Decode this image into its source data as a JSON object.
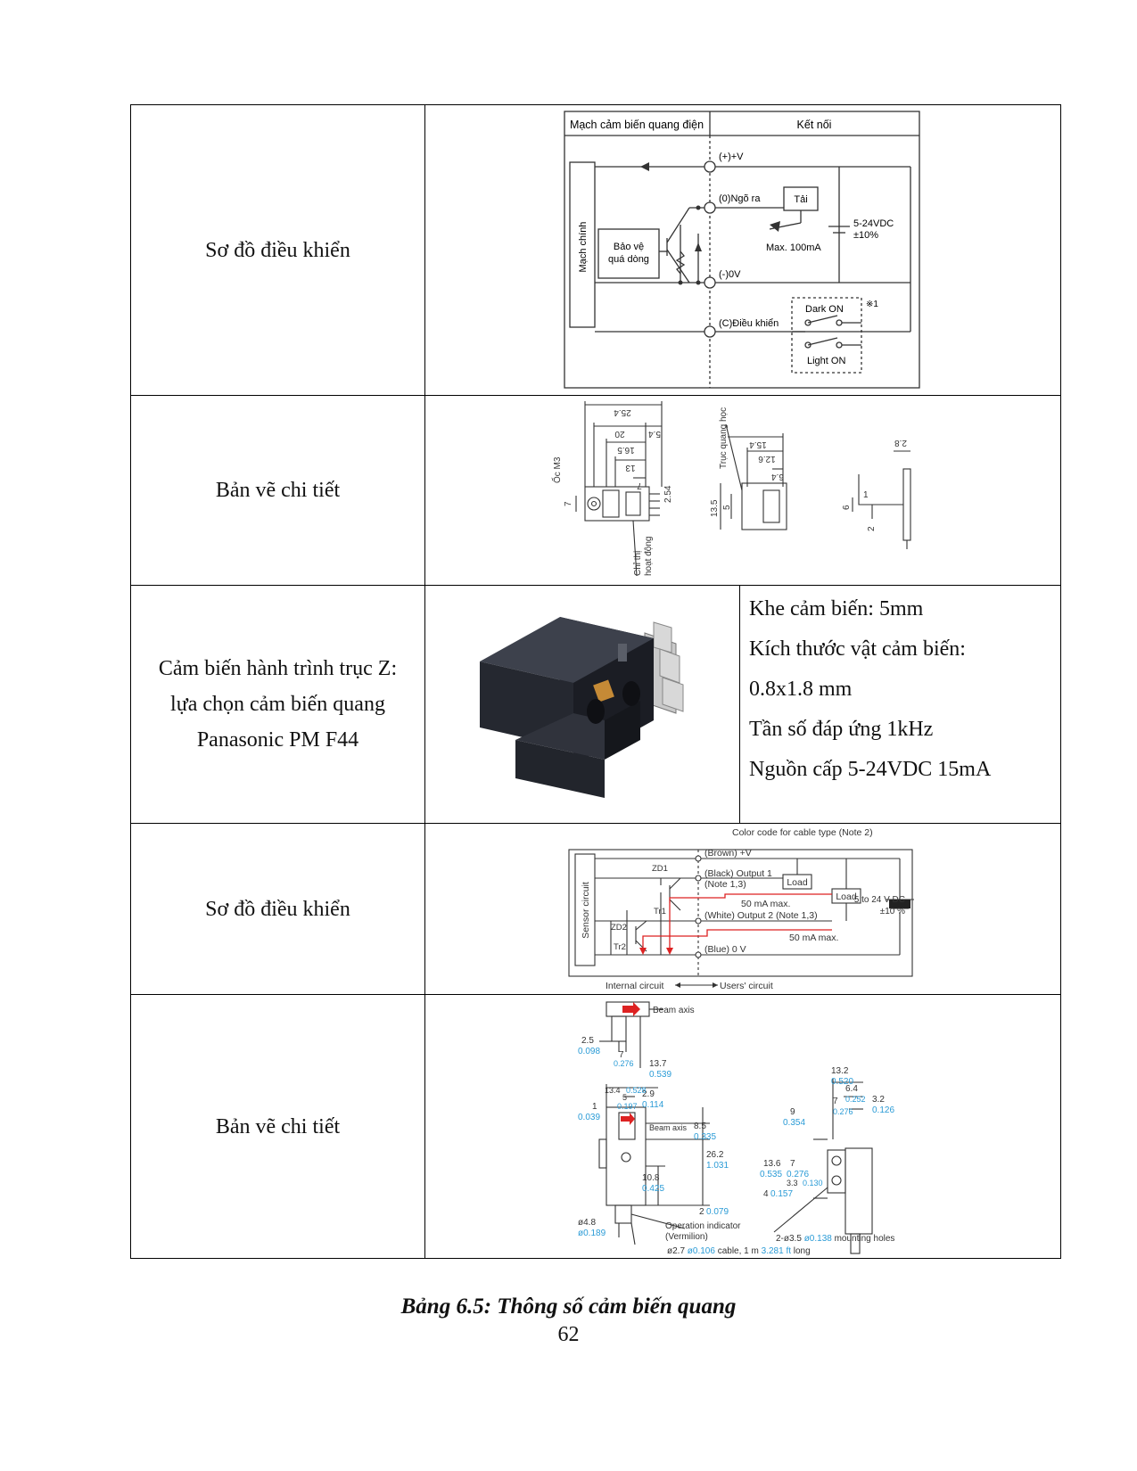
{
  "rows": [
    {
      "label": "Sơ đồ điều khiển"
    },
    {
      "label": "Bản vẽ chi tiết"
    },
    {
      "label_lines": [
        "Cảm biến hành trình trục Z:",
        "lựa chọn cảm biến quang",
        "Panasonic PM F44"
      ]
    },
    {
      "label": "Sơ đồ điều khiển"
    },
    {
      "label": "Bản vẽ chi tiết"
    }
  ],
  "specs": [
    "Khe cảm biến: 5mm",
    "Kích thước vật cảm biến:",
    "0.8x1.8 mm",
    "Tần số đáp ứng 1kHz",
    "Nguồn cấp 5-24VDC 15mA"
  ],
  "diagram1": {
    "header_left": "Mạch cảm biến quang điện",
    "header_right": "Kết nối",
    "main_circuit": "Mạch chính",
    "protect_1": "Bảo vệ",
    "protect_2": "quá dòng",
    "pos": "(+)+V",
    "out": "(0)Ngõ ra",
    "neg": "(-)0V",
    "ctrl": "(C)Điều khiển",
    "load": "Tải",
    "vdc": "5-24VDC",
    "tol": "±10%",
    "max": "Max. 100mA",
    "dark": "Dark ON",
    "light": "Light ON",
    "note": "※1"
  },
  "drawing1": {
    "d254": "25.4",
    "d20": "20",
    "d54": "5.4",
    "d165": "16.5",
    "d13": "13",
    "d7": "7",
    "m3": "Ốc M3",
    "d254b": "2.54",
    "d7v": "7",
    "indicator_1": "Chỉ thị",
    "indicator_2": "hoạt động",
    "optical": "Trục quang học",
    "d154": "15.4",
    "d126": "12.6",
    "d64": "6.4",
    "d135": "13.5",
    "d5": "5",
    "d28": "2.8",
    "d6": "6",
    "d2": "2",
    "d1": "1"
  },
  "diagram2": {
    "color_code": "Color code for cable type (Note 2)",
    "brown": "(Brown) +V",
    "black_1": "(Black) Output 1",
    "black_2": "(Note 1,3)",
    "white": "(White) Output 2 (Note 1,3)",
    "blue": "(Blue) 0 V",
    "ma1": "50 mA  max.",
    "ma2": "50 mA  max.",
    "load": "Load",
    "vdc": "5 to 24 V DC",
    "tol": "±10 %",
    "sensor": "Sensor circuit",
    "zd1": "ZD1",
    "tr1": "Tr1",
    "zd2": "ZD2",
    "tr2": "Tr2",
    "internal": "Internal circuit",
    "users": "Users' circuit"
  },
  "drawing2": {
    "beam_axis": "Beam axis",
    "d25": "2.5",
    "d25i": "0.098",
    "d7": "7",
    "d7i": "0.276",
    "d137": "13.7",
    "d137i": "0.539",
    "d134": "13.4",
    "d134i": "0.528",
    "d5": "5",
    "d5i": "0.197",
    "d29": "2.9",
    "d29i": "0.114",
    "d1": "1",
    "d1i": "0.039",
    "d85": "8.5",
    "d85i": "0.335",
    "d262": "26.2",
    "d262i": "1.031",
    "d108": "10.8",
    "d108i": "0.425",
    "d2": "2",
    "d2i": "0.079",
    "d48": "ø4.8",
    "d48i": "ø0.189",
    "op1": "Operation indicator",
    "op2": "(Vermilion)",
    "cable_a": "ø2.7 ",
    "cable_b": "ø0.106",
    "cable_c": " cable, 1 m ",
    "cable_d": "3.281 ft",
    "cable_e": " long",
    "d132": "13.2",
    "d132i": "0.520",
    "d64": "6.4",
    "d64i": "0.252",
    "d32": "3.2",
    "d32i": "0.126",
    "d7b": "7",
    "d7bi": "0.276",
    "d9": "9",
    "d9i": "0.354",
    "d136": "13.6",
    "d136i": "0.535",
    "d7c": "7",
    "d7ci": "0.276",
    "d33": "3.3",
    "d33i": "0.130",
    "d4": "4",
    "d4i": "0.157",
    "holes_a": "2-ø3.5 ",
    "holes_b": "ø0.138",
    "holes_c": " mounting holes"
  },
  "caption": "Bảng 6.5: Thông số cảm biến quang",
  "page_number": "62"
}
